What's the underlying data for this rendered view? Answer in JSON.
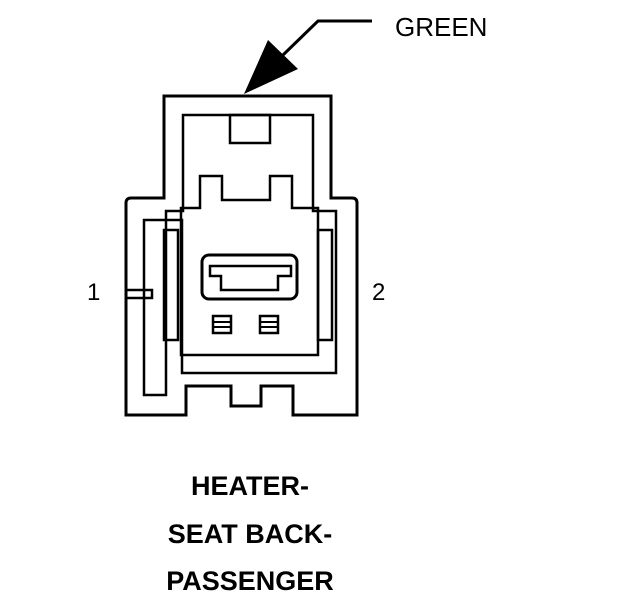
{
  "diagram": {
    "color_callout": "GREEN",
    "pins": [
      {
        "label": "1"
      },
      {
        "label": "2"
      }
    ],
    "caption": [
      "HEATER-",
      "SEAT BACK-",
      "PASSENGER"
    ]
  }
}
